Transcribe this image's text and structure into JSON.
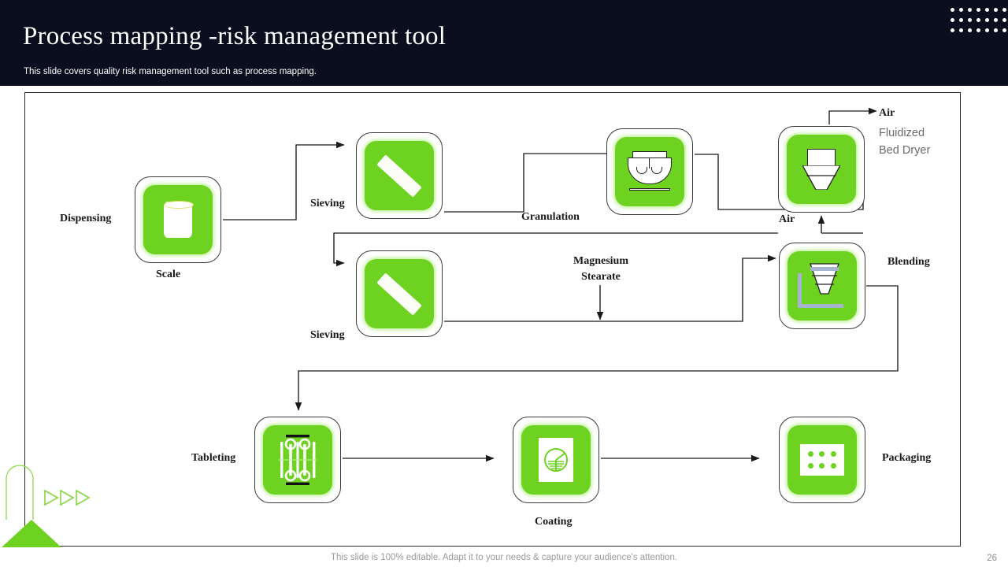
{
  "header": {
    "title": "Process mapping -risk management tool",
    "subtitle": "This slide covers quality risk management tool such as process mapping.",
    "decor_icon": "dot-grid-decoration"
  },
  "theme": {
    "header_bg": "#0a0e1e",
    "accent_green": "#6ed320",
    "text_dark": "#1a1a1a",
    "text_gray": "#6b6b6b",
    "line": "#2b2b2b"
  },
  "diagram": {
    "nodes": [
      {
        "id": "scale",
        "icon": "cylinder-scale-icon",
        "side_label": "Dispensing",
        "below_label": "Scale"
      },
      {
        "id": "sieving1",
        "icon": "sieve-bar-icon",
        "side_label": "Sieving",
        "below_label": ""
      },
      {
        "id": "granulation",
        "icon": "mixer-bowl-icon",
        "side_label": "Granulation",
        "below_label": ""
      },
      {
        "id": "dryer",
        "icon": "hopper-dryer-icon",
        "side_label": "Fluidized Bed Dryer",
        "below_label": "Air"
      },
      {
        "id": "sieving2",
        "icon": "sieve-bar-icon",
        "side_label": "Sieving",
        "below_label": ""
      },
      {
        "id": "blending",
        "icon": "blender-funnel-icon",
        "side_label": "Blending",
        "below_label": ""
      },
      {
        "id": "tableting",
        "icon": "tablet-press-icon",
        "side_label": "Tableting",
        "below_label": ""
      },
      {
        "id": "coating",
        "icon": "coating-pan-icon",
        "side_label": "",
        "below_label": "Coating"
      },
      {
        "id": "packaging",
        "icon": "blister-pack-icon",
        "side_label": "Packaging",
        "below_label": ""
      }
    ],
    "labels": {
      "dispensing": "Dispensing",
      "scale": "Scale",
      "sieving_top": "Sieving",
      "granulation": "Granulation",
      "air_top": "Air",
      "fluidized_bed_dryer_line1": "Fluidized",
      "fluidized_bed_dryer_line2": "Bed Dryer",
      "air_bottom": "Air",
      "sieving_bottom": "Sieving",
      "magnesium_line1": "Magnesium",
      "magnesium_line2": "Stearate",
      "blending": "Blending",
      "tableting": "Tableting",
      "coating": "Coating",
      "packaging": "Packaging"
    }
  },
  "footer": {
    "note": "This slide is 100% editable. Adapt it to your needs & capture your audience's attention.",
    "page_number": "26"
  }
}
